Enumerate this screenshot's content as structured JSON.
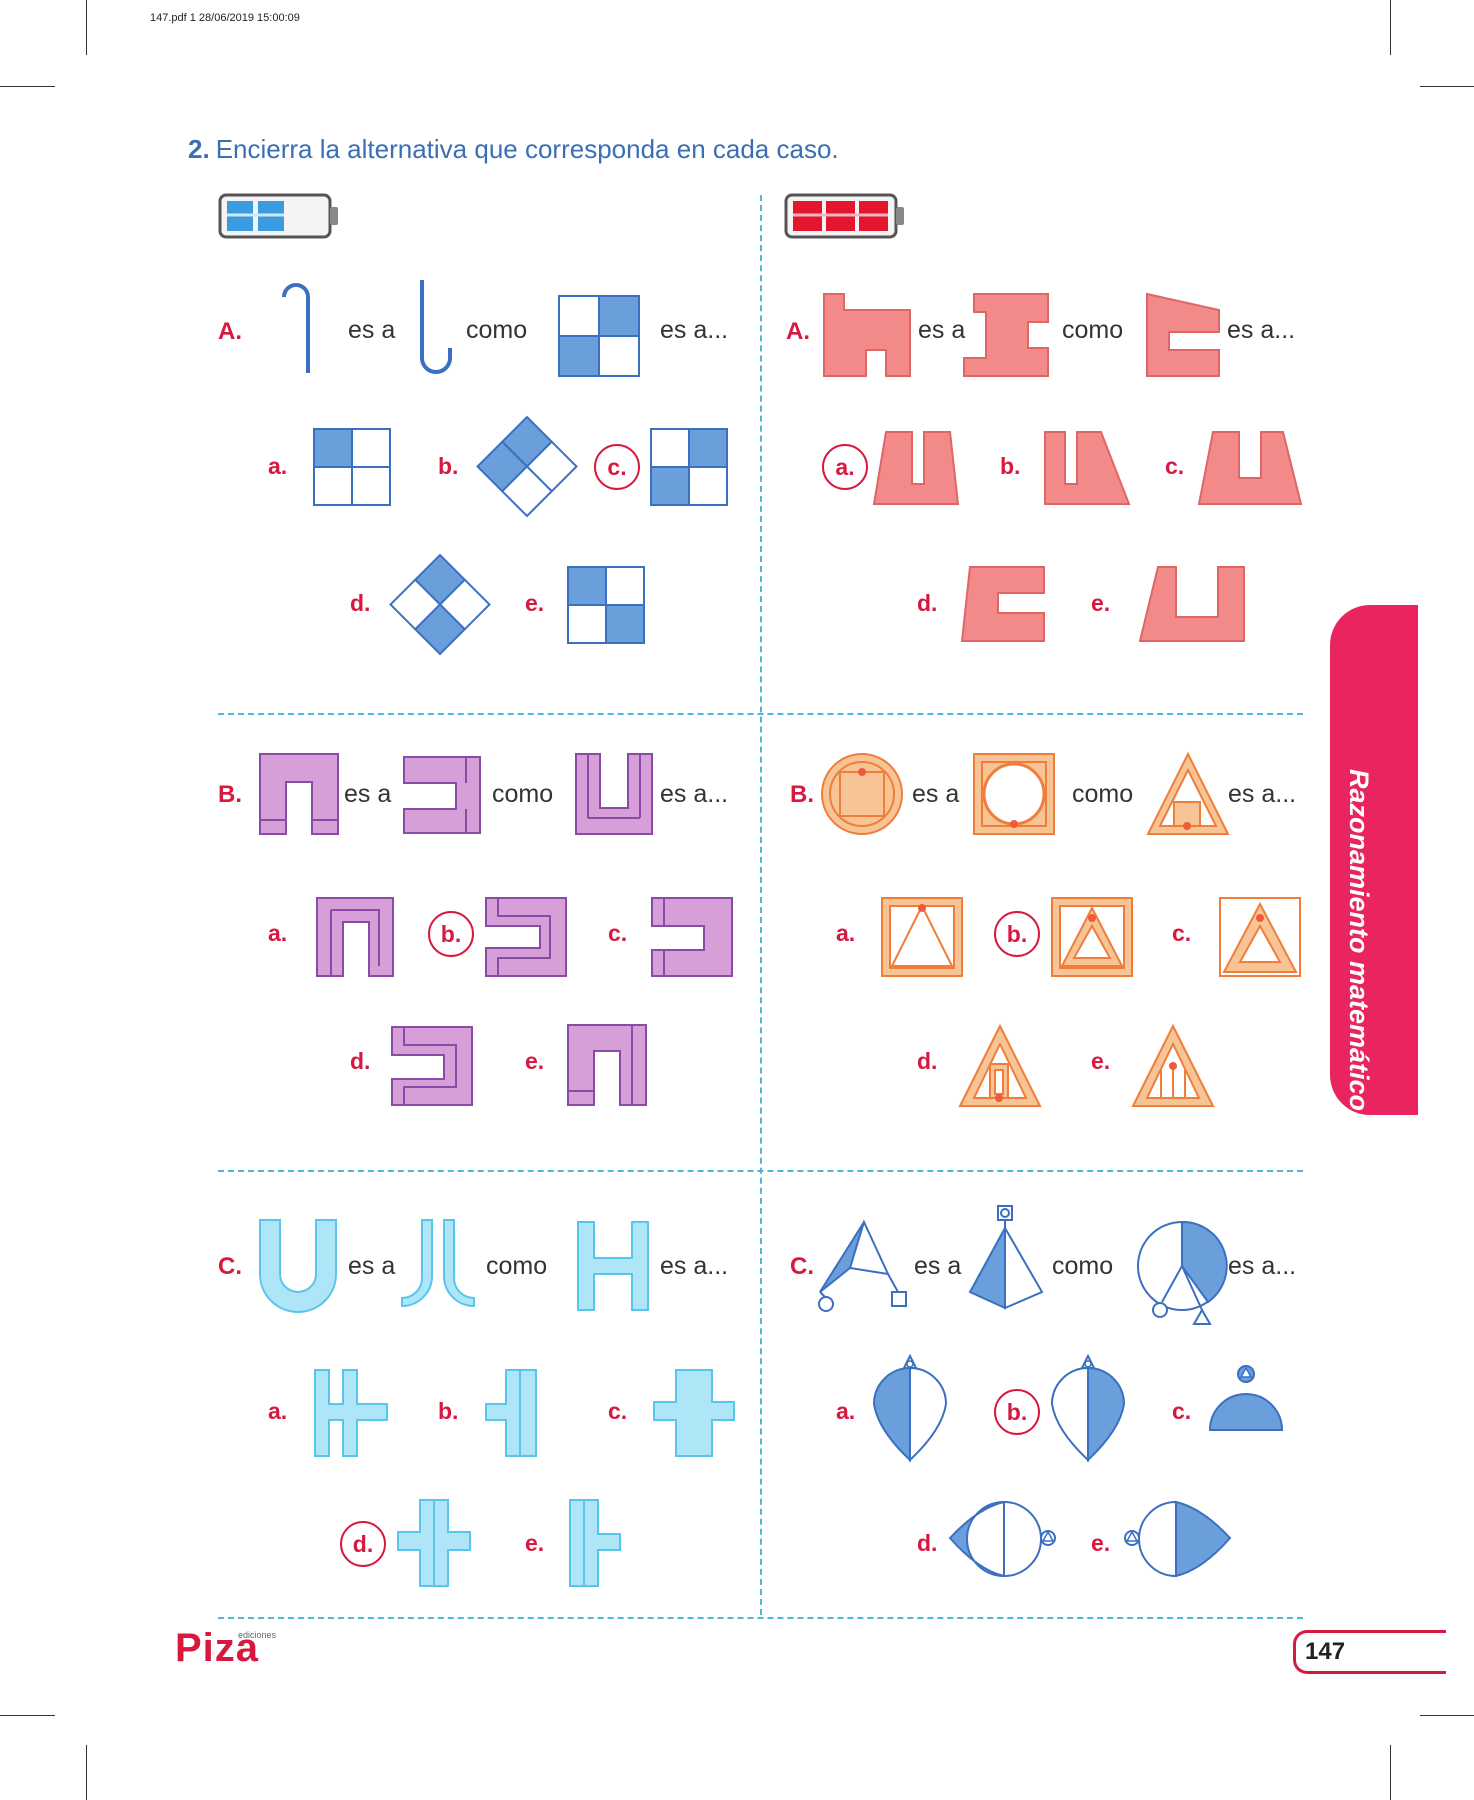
{
  "header": {
    "file_info": "147.pdf   1   28/06/2019   15:00:09"
  },
  "instruction": {
    "number": "2.",
    "text": "Encierra la alternativa que corresponda en cada caso."
  },
  "words": {
    "es_a": "es a",
    "como": "como",
    "es_a_dots": "es a..."
  },
  "left": {
    "A": {
      "label": "A.",
      "options": [
        "a.",
        "b.",
        "c.",
        "d.",
        "e."
      ],
      "circled": "c."
    },
    "B": {
      "label": "B.",
      "options": [
        "a.",
        "b.",
        "c.",
        "d.",
        "e."
      ],
      "circled": "b."
    },
    "C": {
      "label": "C.",
      "options": [
        "a.",
        "b.",
        "c.",
        "d.",
        "e."
      ],
      "circled": "d."
    }
  },
  "right": {
    "A": {
      "label": "A.",
      "options": [
        "a.",
        "b.",
        "c.",
        "d.",
        "e."
      ],
      "circled": "a."
    },
    "B": {
      "label": "B.",
      "options": [
        "a.",
        "b.",
        "c.",
        "d.",
        "e."
      ],
      "circled": "b."
    },
    "C": {
      "label": "C.",
      "options": [
        "a.",
        "b.",
        "c.",
        "d.",
        "e."
      ],
      "circled": "b."
    }
  },
  "difficulty": {
    "left_level": "2 of 3",
    "right_level": "3 of 3",
    "left_color": "#3b9be0",
    "right_color": "#e3162e"
  },
  "side_tab": {
    "text": "Razonamiento matemático",
    "color": "#e9245e"
  },
  "footer": {
    "logo": "Piza",
    "logo_sub": "ediciones",
    "page_number": "147"
  },
  "colors": {
    "accent": "#d7193f",
    "blue_fig": "#6a9fdc",
    "pink_fig": "#f38a8a",
    "purple_fig": "#d79fd8",
    "orange_fig": "#f7c495",
    "cyan_fig": "#aee6f7"
  }
}
